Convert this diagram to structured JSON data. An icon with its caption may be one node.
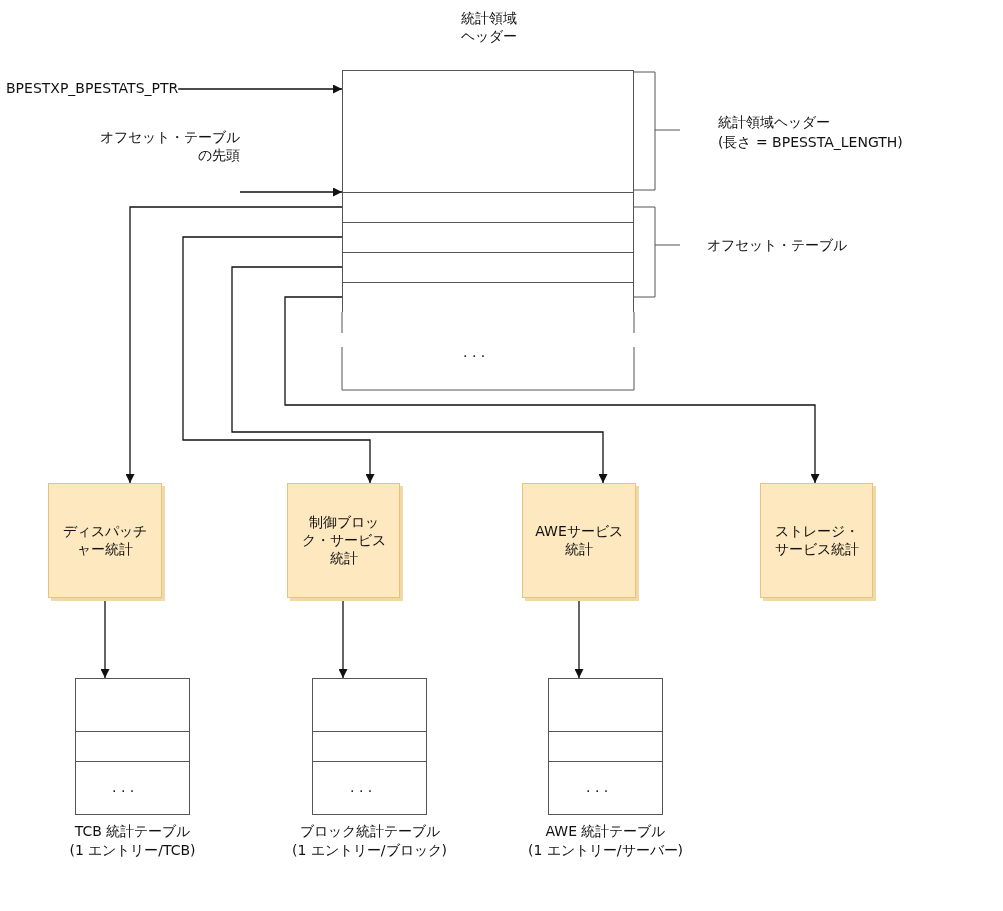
{
  "diagram": {
    "nodes": [
      {
        "text": [
          "統計領域ヘッダー"
        ]
      },
      {
        "text": [],
        "shape": "box"
      },
      {
        "text": [],
        "shape": "box"
      },
      {
        "text": [],
        "shape": "box"
      },
      {
        "text": [],
        "shape": "box"
      },
      {
        "text": [
          "BPESTXP_BPESTATS_PTR"
        ]
      },
      {
        "text": [
          "オフセット・テーブルの先頭"
        ]
      },
      {
        "text": [
          "ディスパッチャー統計"
        ]
      },
      {
        "text": [
          "制御ブロック・サービス統計"
        ]
      },
      {
        "text": [
          "AWEサービス統計"
        ]
      },
      {
        "text": [
          "ストレージ・サービス統計"
        ]
      },
      {
        "text": [],
        "shape": "box",
        "beside": [
          "TCB 統計テーブル",
          "(1 エントリー/TCB)"
        ]
      },
      {
        "text": [],
        "shape": "box",
        "beside": [
          "ブロック統計テーブル",
          "(1 エントリー/ブロック)"
        ]
      },
      {
        "text": [],
        "shape": "box",
        "beside": [
          "AWE 統計テーブル",
          "(1 エントリー/サーバー)"
        ]
      }
    ],
    "edges": [
      {
        "from": 5,
        "to": 0,
        "arrow": "to"
      },
      {
        "from": 6,
        "to": 1,
        "arrow": "to"
      },
      {
        "from": 1,
        "to": 7,
        "arrow": "to"
      },
      {
        "from": 2,
        "to": 8,
        "arrow": "to"
      },
      {
        "from": 3,
        "to": 9,
        "arrow": "to"
      },
      {
        "from": 4,
        "to": 10,
        "arrow": "to"
      },
      {
        "from": 7,
        "to": 11,
        "arrow": "to"
      },
      {
        "from": 8,
        "to": 12,
        "arrow": "to"
      },
      {
        "from": 9,
        "to": 13,
        "arrow": "to"
      }
    ],
    "labels": [
      "統計領域ヘッダー",
      "(長さ = BPESSTA_LENGTH)",
      "オフセット・テーブル",
      ". . .",
      ". . .",
      ". . .",
      ". . ."
    ]
  }
}
